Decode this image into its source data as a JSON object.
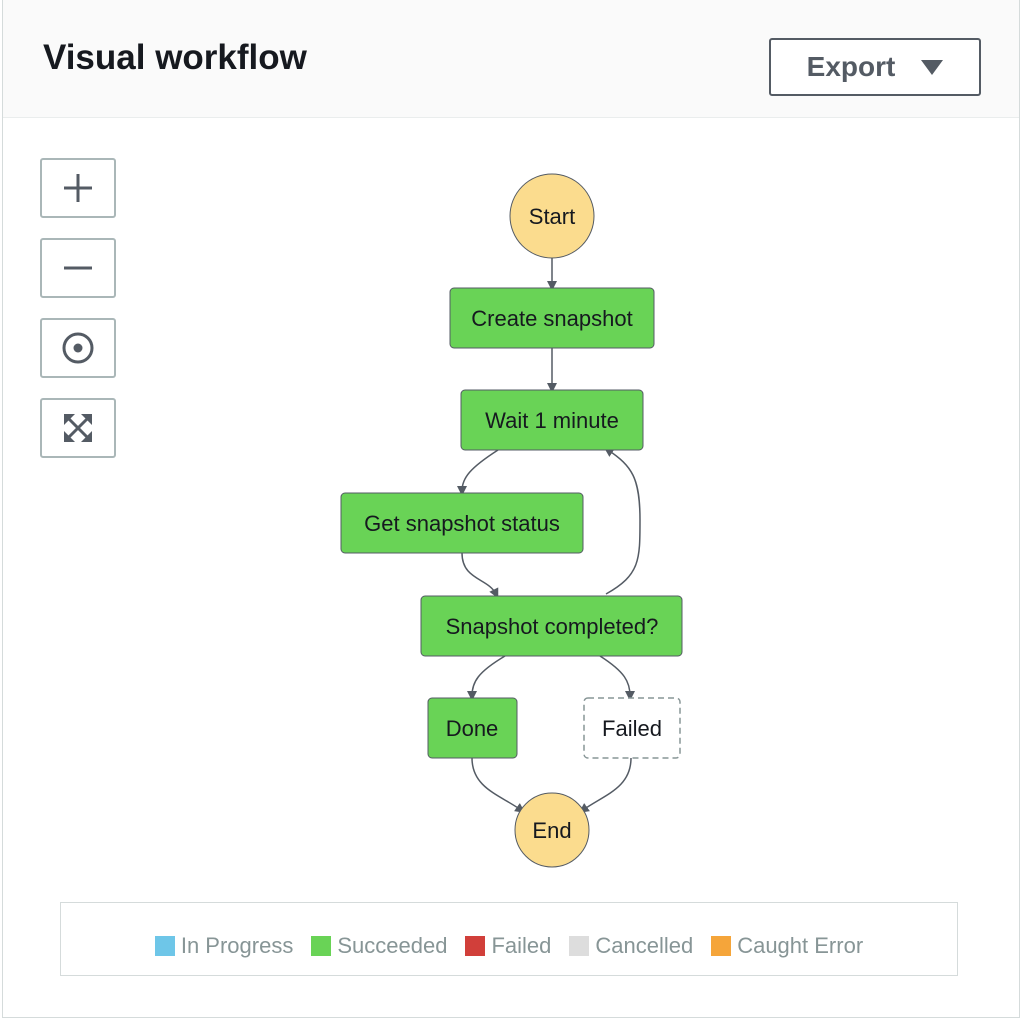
{
  "header": {
    "title": "Visual workflow",
    "export_label": "Export"
  },
  "controls": [
    {
      "name": "zoom-in-button",
      "icon": "plus-icon"
    },
    {
      "name": "zoom-out-button",
      "icon": "minus-icon"
    },
    {
      "name": "center-button",
      "icon": "center-target-icon"
    },
    {
      "name": "fit-to-screen-button",
      "icon": "expand-arrows-icon"
    }
  ],
  "graph": {
    "nodes": {
      "start": "Start",
      "create_snapshot": "Create snapshot",
      "wait": "Wait 1 minute",
      "get_status": "Get snapshot status",
      "completed": "Snapshot completed?",
      "done": "Done",
      "failed": "Failed",
      "end": "End"
    }
  },
  "legend": {
    "items": [
      {
        "label": "In Progress",
        "color": "#6ec6e8"
      },
      {
        "label": "Succeeded",
        "color": "#69d356"
      },
      {
        "label": "Failed",
        "color": "#d13f3a"
      },
      {
        "label": "Cancelled",
        "color": "#dddddd"
      },
      {
        "label": "Caught Error",
        "color": "#f5a53a"
      }
    ]
  },
  "colors": {
    "terminal": "#fbdc8e",
    "succeeded": "#69d356",
    "edge": "#545b64"
  }
}
